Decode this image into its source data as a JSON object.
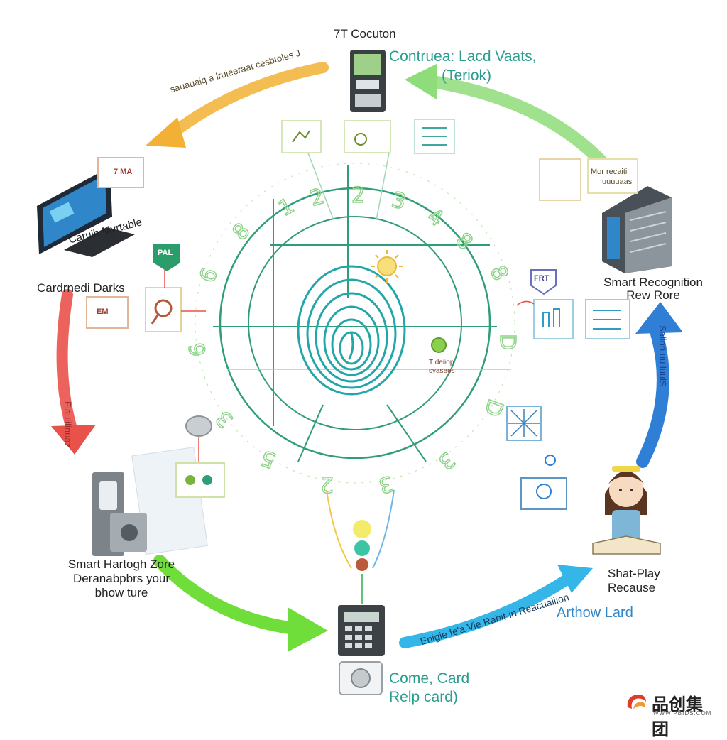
{
  "labels": {
    "top_device": "7T Cocuton",
    "top_right_1": "Contruea: Lacd Vaats,",
    "top_right_2": "(Teriok)",
    "top_arrow": "sauauaiq a lruieeraat cesbtoles J",
    "monitor_caption": "Caruib Myrtable",
    "left_title": "Cardrnedi Darks",
    "left_arrow": "Fiaulilinuaz",
    "bottom_left_1": "Smart Hartogh Zore",
    "bottom_left_2": "Deranabpbrs your",
    "bottom_left_3": "bhow ture",
    "server_1": "Smart Recognition",
    "server_2": "Rew Rore",
    "right_arrow": "Saiinh uu luulS",
    "center_note_1": "T deiiop",
    "center_note_2": "syasees",
    "person_1": "Shat-Play",
    "person_2": "Recause",
    "bottom_right_arrow": "Enigie fe'a Vie Rahit-in Reacuaiiion",
    "bottom_right_label": "Arthow Lard",
    "bottom_1": "Come, Card",
    "bottom_2": "Relp card)",
    "tag_pal": "PAL",
    "tag_frt": "FRT",
    "tag_em": "EM",
    "tag_7ma": "7 MA",
    "tag_more": "Mor recaiti",
    "tag_more2": "uuuuaas",
    "watermark_name": "品创集团",
    "watermark_url": "WWW.PBIDS.COM"
  },
  "colors": {
    "ring": "#2f9e78",
    "fingerprint": "#23a6a8",
    "arrow_orange": "#f2b134",
    "arrow_green_top": "#8fdc7a",
    "arrow_red": "#e9524a",
    "arrow_green_bottom": "#6fdd3a",
    "arrow_blue": "#2f7fd6",
    "arrow_cyan": "#35b6e8"
  }
}
